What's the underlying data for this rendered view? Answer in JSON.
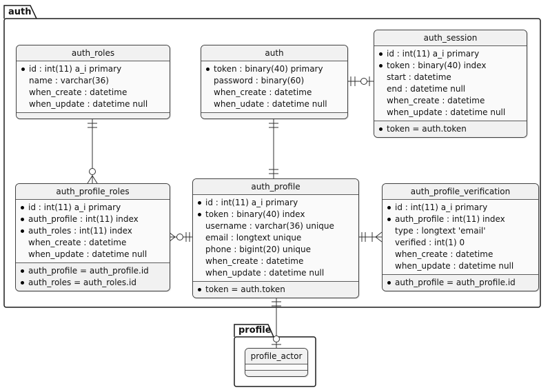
{
  "diagram": {
    "packages": {
      "auth": {
        "label": "auth"
      },
      "profile": {
        "label": "profile"
      }
    },
    "entities": {
      "auth_roles": {
        "title": "auth_roles",
        "attributes": [
          {
            "key": true,
            "text": "id : int(11) a_i primary"
          },
          {
            "key": false,
            "text": "name : varchar(36)"
          },
          {
            "key": false,
            "text": "when_create : datetime"
          },
          {
            "key": false,
            "text": "when_update : datetime null"
          }
        ],
        "constraints": []
      },
      "auth": {
        "title": "auth",
        "attributes": [
          {
            "key": true,
            "text": "token : binary(40) primary"
          },
          {
            "key": false,
            "text": "password : binary(60)"
          },
          {
            "key": false,
            "text": "when_create : datetime"
          },
          {
            "key": false,
            "text": "when_udate : datetime null"
          }
        ],
        "constraints": []
      },
      "auth_session": {
        "title": "auth_session",
        "attributes": [
          {
            "key": true,
            "text": "id : int(11) a_i primary"
          },
          {
            "key": true,
            "text": "token : binary(40) index"
          },
          {
            "key": false,
            "text": "start : datetime"
          },
          {
            "key": false,
            "text": "end : datetime null"
          },
          {
            "key": false,
            "text": "when_create : datetime"
          },
          {
            "key": false,
            "text": "when_update : datetime null"
          }
        ],
        "constraints": [
          {
            "key": true,
            "text": "token = auth.token"
          }
        ]
      },
      "auth_profile_roles": {
        "title": "auth_profile_roles",
        "attributes": [
          {
            "key": true,
            "text": "id : int(11) a_i primary"
          },
          {
            "key": true,
            "text": "auth_profile : int(11) index"
          },
          {
            "key": true,
            "text": "auth_roles : int(11) index"
          },
          {
            "key": false,
            "text": "when_create : datetime"
          },
          {
            "key": false,
            "text": "when_update : datetime null"
          }
        ],
        "constraints": [
          {
            "key": true,
            "text": "auth_profile = auth_profile.id"
          },
          {
            "key": true,
            "text": "auth_roles = auth_roles.id"
          }
        ]
      },
      "auth_profile": {
        "title": "auth_profile",
        "attributes": [
          {
            "key": true,
            "text": "id : int(11) a_i primary"
          },
          {
            "key": true,
            "text": "token : binary(40) index"
          },
          {
            "key": false,
            "text": "username : varchar(36) unique"
          },
          {
            "key": false,
            "text": "email : longtext unique"
          },
          {
            "key": false,
            "text": "phone : bigint(20) unique"
          },
          {
            "key": false,
            "text": "when_create : datetime"
          },
          {
            "key": false,
            "text": "when_update : datetime null"
          }
        ],
        "constraints": [
          {
            "key": true,
            "text": "token = auth.token"
          }
        ]
      },
      "auth_profile_verification": {
        "title": "auth_profile_verification",
        "attributes": [
          {
            "key": true,
            "text": "id : int(11) a_i primary"
          },
          {
            "key": true,
            "text": "auth_profile : int(11) index"
          },
          {
            "key": false,
            "text": "type : longtext 'email'"
          },
          {
            "key": false,
            "text": "verified : int(1) 0"
          },
          {
            "key": false,
            "text": "when_create : datetime"
          },
          {
            "key": false,
            "text": "when_update : datetime null"
          }
        ],
        "constraints": [
          {
            "key": true,
            "text": "auth_profile = auth_profile.id"
          }
        ]
      },
      "profile_actor": {
        "title": "profile_actor",
        "attributes": [],
        "constraints": []
      }
    },
    "relationships": [
      {
        "from": "auth_roles",
        "to": "auth_profile_roles",
        "from_card": "one",
        "to_card": "zero-or-many"
      },
      {
        "from": "auth",
        "to": "auth_profile",
        "from_card": "one",
        "to_card": "one"
      },
      {
        "from": "auth",
        "to": "auth_session",
        "from_card": "one",
        "to_card": "zero-or-one"
      },
      {
        "from": "auth_profile_roles",
        "to": "auth_profile",
        "from_card": "zero-or-many",
        "to_card": "one"
      },
      {
        "from": "auth_profile",
        "to": "auth_profile_verification",
        "from_card": "one",
        "to_card": "one-or-many"
      },
      {
        "from": "auth_profile",
        "to": "profile_actor",
        "from_card": "one",
        "to_card": "zero-or-one"
      }
    ]
  }
}
